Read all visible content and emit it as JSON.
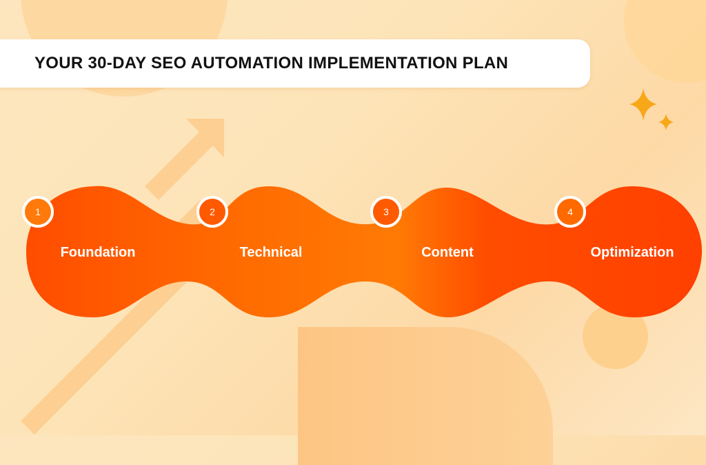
{
  "title": "YOUR 30-DAY SEO AUTOMATION IMPLEMENTATION PLAN",
  "colors": {
    "background": "#fde4b8",
    "accent_orange": "#ff7a00",
    "accent_red": "#ff4400",
    "sparkle": "#f8a718",
    "title_text": "#111111"
  },
  "steps": [
    {
      "number": "1",
      "label": "Foundation"
    },
    {
      "number": "2",
      "label": "Technical"
    },
    {
      "number": "3",
      "label": "Content"
    },
    {
      "number": "4",
      "label": "Optimization"
    }
  ],
  "decorations": [
    "growth-arrow",
    "sparkle-large",
    "sparkle-small"
  ]
}
